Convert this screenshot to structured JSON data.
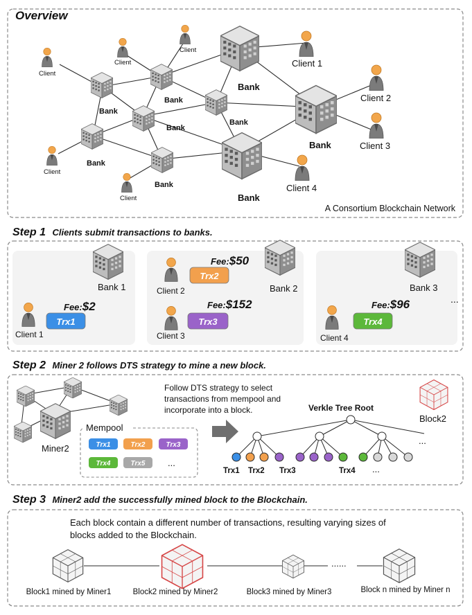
{
  "overview": {
    "heading": "Overview",
    "caption": "A Consortium Blockchain Network",
    "labels": {
      "client": "Client",
      "bank": "Bank",
      "client1": "Client 1",
      "client2": "Client 2",
      "client3": "Client 3",
      "client4": "Client 4"
    }
  },
  "step1": {
    "num": "Step 1",
    "title": "Clients submit transactions to banks.",
    "bank1": "Bank 1",
    "bank2": "Bank 2",
    "bank3": "Bank 3",
    "client1": "Client 1",
    "client2": "Client 2",
    "client3": "Client 3",
    "client4": "Client 4",
    "fee_prefix": "Fee:",
    "fee1": "$2",
    "fee2": "$50",
    "fee3": "$152",
    "fee4": "$96",
    "trx1": "Trx1",
    "trx2": "Trx2",
    "trx3": "Trx3",
    "trx4": "Trx4",
    "ellipsis": "..."
  },
  "step2": {
    "num": "Step 2",
    "title": "Miner 2 follows DTS strategy to mine a new block.",
    "miner": "Miner2",
    "mempool": "Mempool",
    "mempool_items": [
      "Trx1",
      "Trx2",
      "Trx3",
      "Trx4",
      "Trx5"
    ],
    "mempool_more": "...",
    "description_lines": [
      "Follow DTS strategy to select",
      "transactions from mempool and",
      "incorporate into a block."
    ],
    "tree_root": "Verkle Tree Root",
    "block": "Block2",
    "leaf_labels": [
      "Trx1",
      "Trx2",
      "Trx3",
      "Trx4"
    ],
    "dots": "...",
    "dots_tail": "..."
  },
  "step3": {
    "num": "Step 3",
    "title": "Miner2 add the successfully mined block to the Blockchain.",
    "desc_line1": "Each block contain a different number of transactions, resulting varying sizes of",
    "desc_line2": "blocks added to the Blockchain.",
    "blocks": [
      "Block1 mined by Miner1",
      "Block2 mined by Miner2",
      "Block3 mined by Miner3",
      "Block n mined by Miner n"
    ],
    "gap": "......"
  },
  "colors": {
    "trx1": "#3b8fe6",
    "trx2": "#f2a04d",
    "trx3": "#9a63c9",
    "trx4": "#5cb83a",
    "trx5": "#a8a8a8",
    "block_red": "#d64545",
    "dash": "#8a8a8a",
    "panel": "#f3f3f3"
  }
}
